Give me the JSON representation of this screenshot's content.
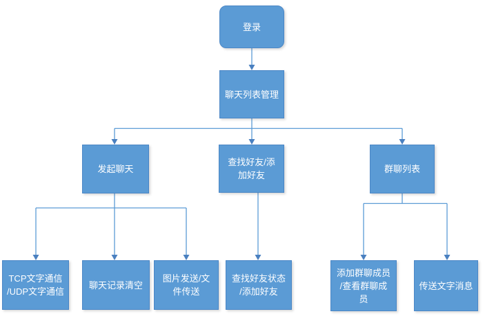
{
  "diagram": {
    "type": "flowchart",
    "background": "#FFFFFF",
    "colors": {
      "node_fill": "#5B9BD5",
      "node_border": "#4A86C6",
      "node_text": "#FFFFFF",
      "connector": "#5B9BD5",
      "arrowhead": "#4A80C0"
    },
    "nodes": [
      {
        "id": "login",
        "label": "登录",
        "shape": "rounded-rectangle",
        "level": 1
      },
      {
        "id": "chat-list-management",
        "label": "聊天列表管理",
        "shape": "rectangle",
        "level": 2
      },
      {
        "id": "start-chat",
        "label": "发起聊天",
        "shape": "rectangle",
        "level": 3
      },
      {
        "id": "find-add-friend",
        "label": "查找好友/添\n加好友",
        "shape": "rectangle",
        "level": 3
      },
      {
        "id": "group-chat-list",
        "label": "群聊列表",
        "shape": "rectangle",
        "level": 3
      },
      {
        "id": "tcp-udp-text-communication",
        "label": "TCP文字通信\n/UDP文字通信",
        "shape": "rectangle",
        "level": 4
      },
      {
        "id": "clear-chat-history",
        "label": "聊天记录清空",
        "shape": "rectangle",
        "level": 4
      },
      {
        "id": "image-send-file-transfer",
        "label": "图片发送/文\n件传送",
        "shape": "rectangle",
        "level": 4
      },
      {
        "id": "find-friend-status-add-friend",
        "label": "查找好友状态\n/添加好友",
        "shape": "rectangle",
        "level": 4
      },
      {
        "id": "add-view-group-members",
        "label": "添加群聊成员\n/查看群聊成\n员",
        "shape": "rectangle",
        "level": 4
      },
      {
        "id": "send-text-message",
        "label": "传送文字消息",
        "shape": "rectangle",
        "level": 4
      }
    ],
    "edges": [
      {
        "from": "login",
        "to": "chat-list-management"
      },
      {
        "from": "chat-list-management",
        "to": "start-chat"
      },
      {
        "from": "chat-list-management",
        "to": "find-add-friend"
      },
      {
        "from": "chat-list-management",
        "to": "group-chat-list"
      },
      {
        "from": "start-chat",
        "to": "tcp-udp-text-communication"
      },
      {
        "from": "start-chat",
        "to": "clear-chat-history"
      },
      {
        "from": "start-chat",
        "to": "image-send-file-transfer"
      },
      {
        "from": "find-add-friend",
        "to": "find-friend-status-add-friend"
      },
      {
        "from": "group-chat-list",
        "to": "add-view-group-members"
      },
      {
        "from": "group-chat-list",
        "to": "send-text-message"
      }
    ]
  }
}
